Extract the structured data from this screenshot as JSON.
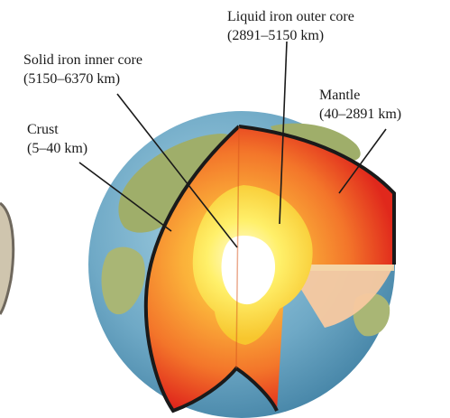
{
  "labels": {
    "outer_core": {
      "name": "Liquid iron outer core",
      "depth": "(2891–5150 km)"
    },
    "inner_core": {
      "name": "Solid iron inner core",
      "depth": "(5150–6370 km)"
    },
    "mantle": {
      "name": "Mantle",
      "depth": "(40–2891 km)"
    },
    "crust": {
      "name": "Crust",
      "depth": "(5–40 km)"
    }
  },
  "colors": {
    "ocean": "#6fa9c6",
    "land": "#9fae6a",
    "crust_edge": "#1a1a1a",
    "mantle_outer": "#e0281c",
    "mantle_inner": "#f79a2c",
    "outer_core": "#f9e23a",
    "inner_core": "#ffffff",
    "cut_face": "#f8b98a"
  }
}
